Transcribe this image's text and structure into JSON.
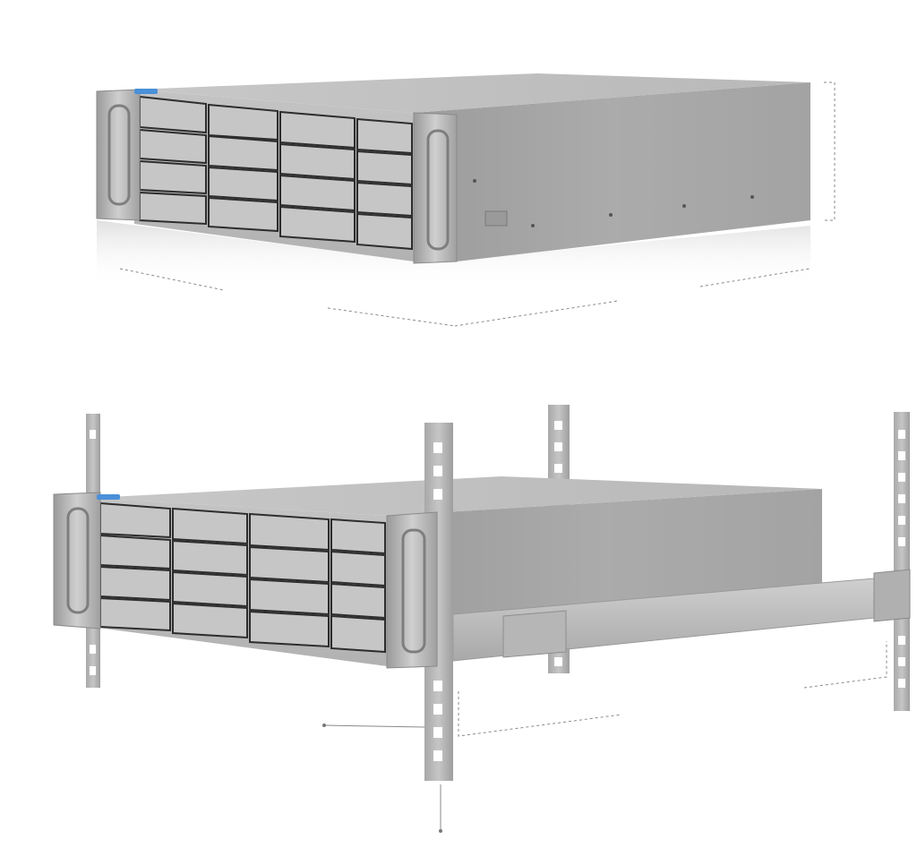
{
  "figure_top": {
    "label": "",
    "colors": {
      "chassis_front": "#bdbdbd",
      "chassis_side": "#a8a8a8",
      "chassis_top": "#c4c4c4",
      "bay": "#c9c9c9",
      "bay_edge": "#2b2b2b",
      "led": "#4a90d9"
    },
    "bays": {
      "columns": 4,
      "rows": 4
    }
  },
  "figure_bottom": {
    "label": "",
    "colors": {
      "rack_post": "#b5b5b5",
      "rail": "#bfbfbf"
    },
    "bays": {
      "columns": 4,
      "rows": 4
    }
  }
}
